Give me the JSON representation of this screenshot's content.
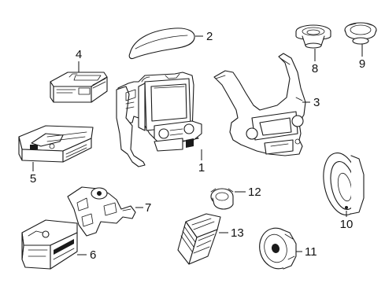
{
  "callouts": [
    {
      "id": "1",
      "label": "1"
    },
    {
      "id": "2",
      "label": "2"
    },
    {
      "id": "3",
      "label": "3"
    },
    {
      "id": "4",
      "label": "4"
    },
    {
      "id": "5",
      "label": "5"
    },
    {
      "id": "6",
      "label": "6"
    },
    {
      "id": "7",
      "label": "7"
    },
    {
      "id": "8",
      "label": "8"
    },
    {
      "id": "9",
      "label": "9"
    },
    {
      "id": "10",
      "label": "10"
    },
    {
      "id": "11",
      "label": "11"
    },
    {
      "id": "12",
      "label": "12"
    },
    {
      "id": "13",
      "label": "13"
    }
  ],
  "colors": {
    "line": "#1a1a1a",
    "background": "#ffffff"
  }
}
